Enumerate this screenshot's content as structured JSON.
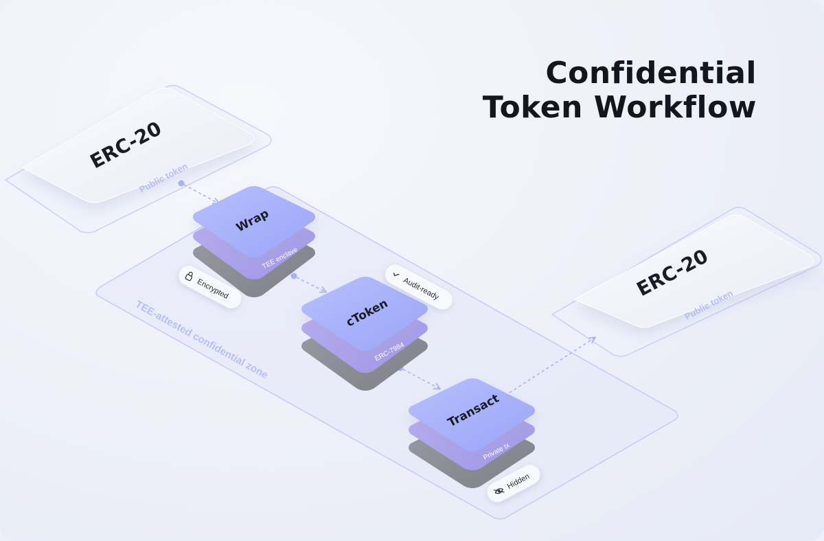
{
  "title": {
    "line1": "Confidential",
    "line2": "Token Workflow"
  },
  "zone": {
    "label": "TEE-attested confidential zone"
  },
  "source_token": {
    "name": "ERC-20",
    "sublabel": "Public token"
  },
  "target_token": {
    "name": "ERC-20",
    "sublabel": "Public token"
  },
  "steps": [
    {
      "name": "Wrap",
      "sublabel": "TEE enclave"
    },
    {
      "name": "cToken",
      "sublabel": "ERC-7984"
    },
    {
      "name": "Transact",
      "sublabel": "Private tx"
    }
  ],
  "badges": [
    {
      "label": "Encrypted",
      "icon": "lock-icon"
    },
    {
      "label": "Audit-ready",
      "icon": "check-icon"
    },
    {
      "label": "Hidden",
      "icon": "eye-off-icon"
    }
  ],
  "colors": {
    "layer_top": "#a8b1fb",
    "layer_mid": "#aea2ec",
    "layer_bottom": "#8d9096",
    "outline": "#c9d0f5",
    "connector": "#a8b4ef",
    "title": "#14161d"
  }
}
